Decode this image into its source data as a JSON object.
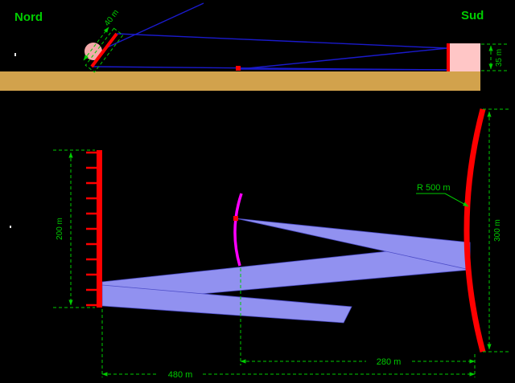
{
  "compass": {
    "north_label": "Nord",
    "south_label": "Sud"
  },
  "elevation_view": {
    "heliostat_size_label": "40 m",
    "parabola_height_label": "35 m"
  },
  "plan_view": {
    "heliostat_field_label": "200 m",
    "heliostat_tick_count": 11,
    "parabola_height_label": "300 m",
    "parabola_radius_label": "R 500 m",
    "focus_distance_label": "280 m",
    "total_distance_label": "480 m"
  },
  "colors": {
    "background": "#000000",
    "annotation_green": "#00CC00",
    "ray_blue": "#1A1ACC",
    "beam_fill": "#9191F0",
    "mirror_red": "#FF0000",
    "pivot_pink": "#F4AAAA",
    "tower_pink": "#FFC6C6",
    "ground_tan": "#D2A24C",
    "secondary_magenta": "#FF00FF"
  }
}
